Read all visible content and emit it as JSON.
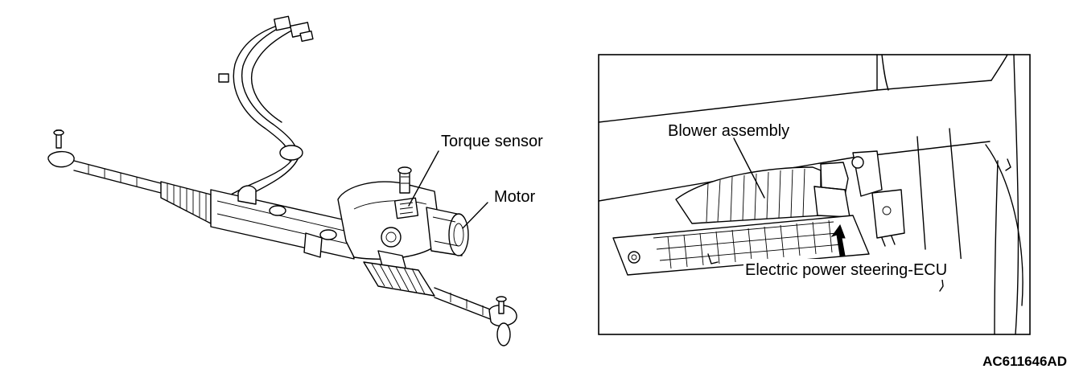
{
  "left_figure": {
    "labels": {
      "torque_sensor": "Torque sensor",
      "motor": "Motor"
    }
  },
  "right_figure": {
    "labels": {
      "blower_assembly": "Blower assembly",
      "eps_ecu": "Electric power steering-ECU"
    }
  },
  "figure_code": "AC611646AD"
}
